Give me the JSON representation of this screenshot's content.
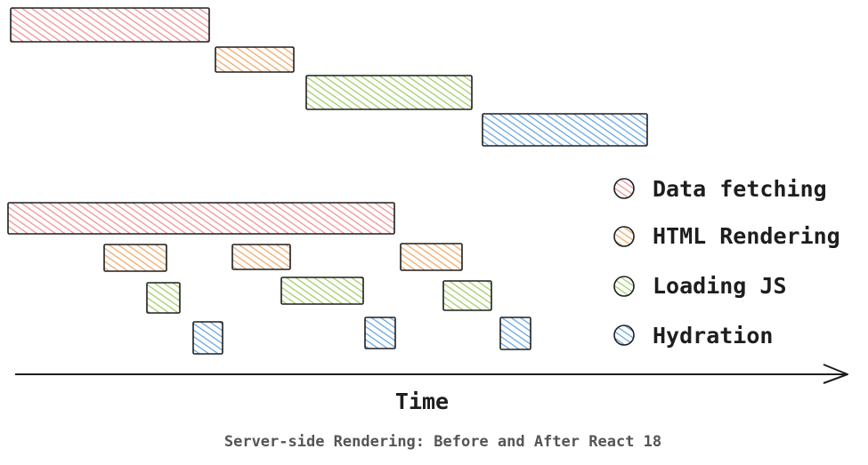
{
  "colors": {
    "data_fetching": "#f28b8b",
    "html_rendering": "#f0a35e",
    "loading_js": "#9acb5c",
    "hydration": "#5ea0e0",
    "stroke": "#1e1e1e"
  },
  "legend": [
    {
      "key": "data_fetching",
      "label": "Data fetching"
    },
    {
      "key": "html_rendering",
      "label": "HTML Rendering"
    },
    {
      "key": "loading_js",
      "label": "Loading JS"
    },
    {
      "key": "hydration",
      "label": "Hydration"
    }
  ],
  "axis": {
    "label": "Time"
  },
  "caption": "Server-side Rendering: Before and After React 18"
}
